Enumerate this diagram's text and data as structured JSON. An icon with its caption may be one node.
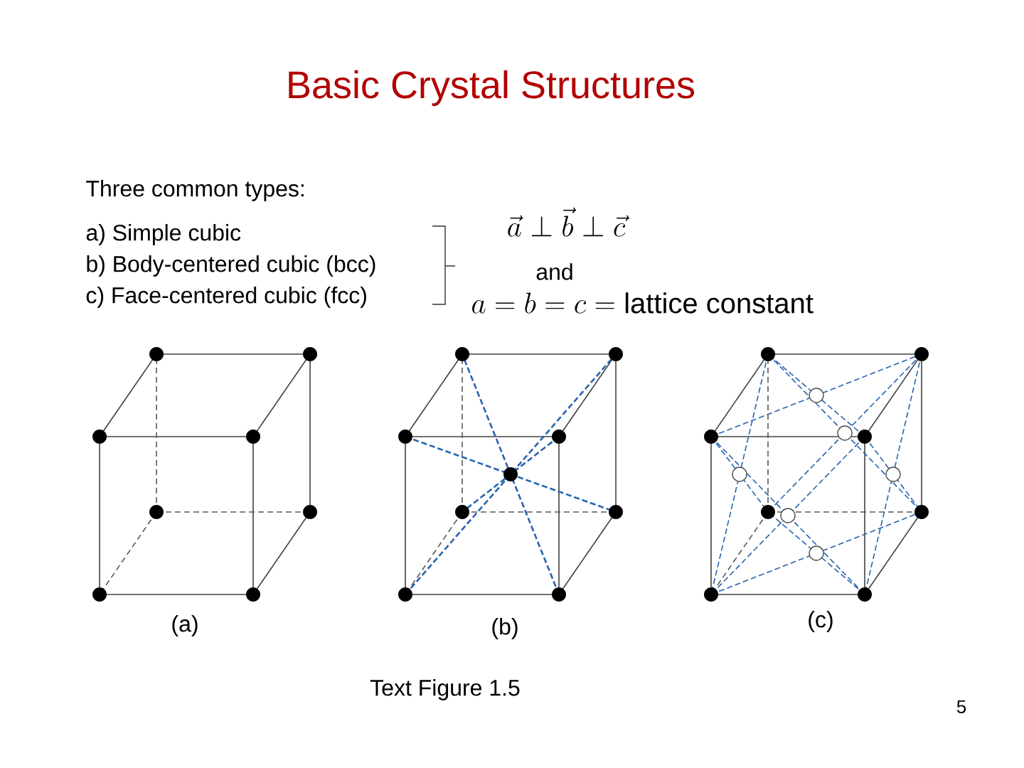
{
  "diagram": {
    "title": "Basic Crystal Structures",
    "caption": "Text Figure 1.5",
    "labels": [
      "Three common types:",
      "a) Simple cubic",
      "b) Body-centered cubic (bcc)",
      "c) Face-centered cubic (fcc)",
      "\\vec{a}\\perp\\vec{b}\\perp\\vec{c}",
      "and",
      "a=b=c=\\mathrm{lattice\\ constant}",
      "(a)",
      "(b)",
      "(c)",
      "5"
    ]
  }
}
